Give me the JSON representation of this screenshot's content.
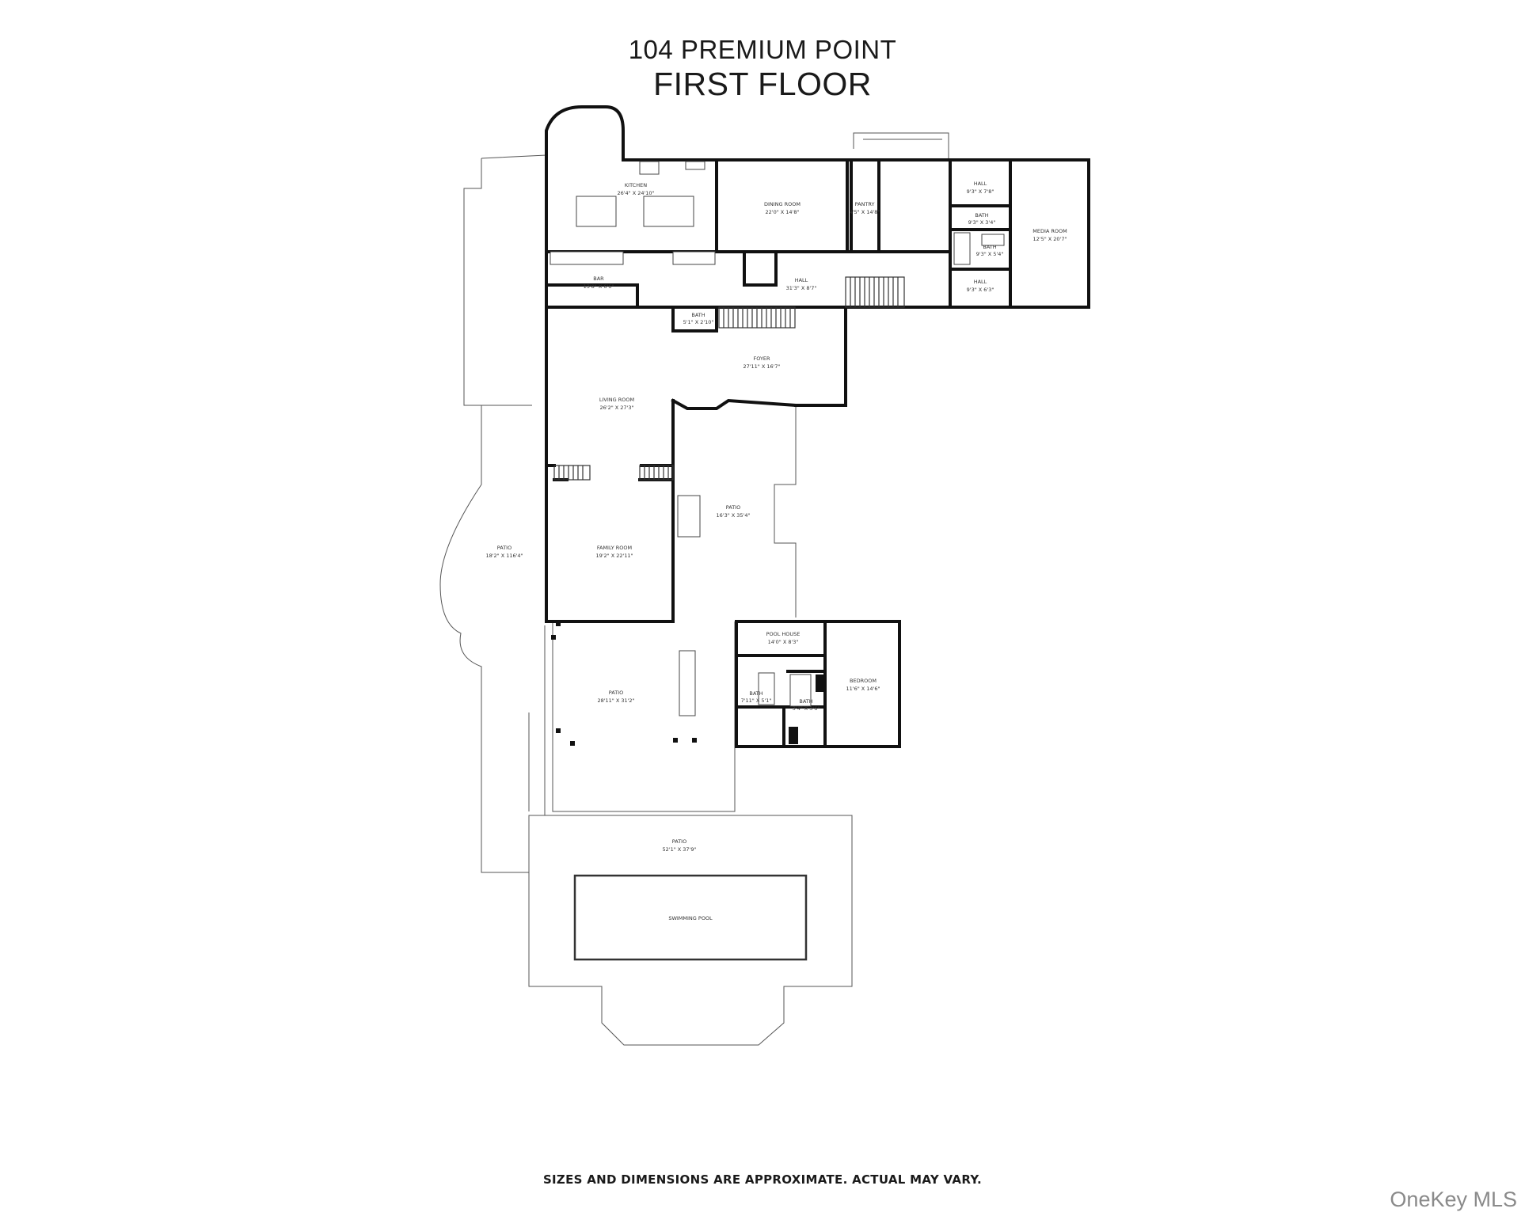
{
  "header": {
    "address": "104 PREMIUM POINT",
    "floor": "FIRST FLOOR"
  },
  "rooms": {
    "kitchen": {
      "name": "KITCHEN",
      "dims": "26'4\" X 24'10\""
    },
    "dining": {
      "name": "DINING ROOM",
      "dims": "22'0\" X 14'8\""
    },
    "pantry": {
      "name": "PANTRY",
      "dims": "4'5\" X 14'8\""
    },
    "hall_top": {
      "name": "HALL",
      "dims": "9'3\" X 7'8\""
    },
    "bath_top": {
      "name": "BATH",
      "dims": "9'3\" X 3'4\""
    },
    "bath_mid": {
      "name": "BATH",
      "dims": "9'3\" X 5'4\""
    },
    "hall_lower": {
      "name": "HALL",
      "dims": "9'3\" X 6'3\""
    },
    "media": {
      "name": "MEDIA ROOM",
      "dims": "12'5\" X 20'7\""
    },
    "bar": {
      "name": "BAR",
      "dims": "13'8\" X 6'6\""
    },
    "hall_main": {
      "name": "HALL",
      "dims": "31'3\" X 8'7\""
    },
    "bath_small": {
      "name": "BATH",
      "dims": "5'1\" X 2'10\""
    },
    "foyer": {
      "name": "FOYER",
      "dims": "27'11\" X 16'7\""
    },
    "living": {
      "name": "LIVING ROOM",
      "dims": "26'2\" X 27'3\""
    },
    "patio_center": {
      "name": "PATIO",
      "dims": "16'3\" X 35'4\""
    },
    "patio_left": {
      "name": "PATIO",
      "dims": "18'2\" X 116'4\""
    },
    "family": {
      "name": "FAMILY ROOM",
      "dims": "19'2\" X 22'11\""
    },
    "pool_house": {
      "name": "POOL HOUSE",
      "dims": "14'0\" X 8'3\""
    },
    "bedroom": {
      "name": "BEDROOM",
      "dims": "11'6\" X 14'6\""
    },
    "bath_ph1": {
      "name": "BATH",
      "dims": "7'11\" X 5'1\""
    },
    "bath_ph2": {
      "name": "BATH",
      "dims": "3'4\" X 3'6\""
    },
    "patio_mid": {
      "name": "PATIO",
      "dims": "28'11\" X 31'2\""
    },
    "patio_pool": {
      "name": "PATIO",
      "dims": "52'1\" X 37'9\""
    },
    "pool": {
      "name": "SWIMMING POOL",
      "dims": ""
    }
  },
  "footer": {
    "disclaimer": "SIZES AND DIMENSIONS ARE APPROXIMATE. ACTUAL MAY VARY."
  },
  "watermark": "OneKey MLS"
}
